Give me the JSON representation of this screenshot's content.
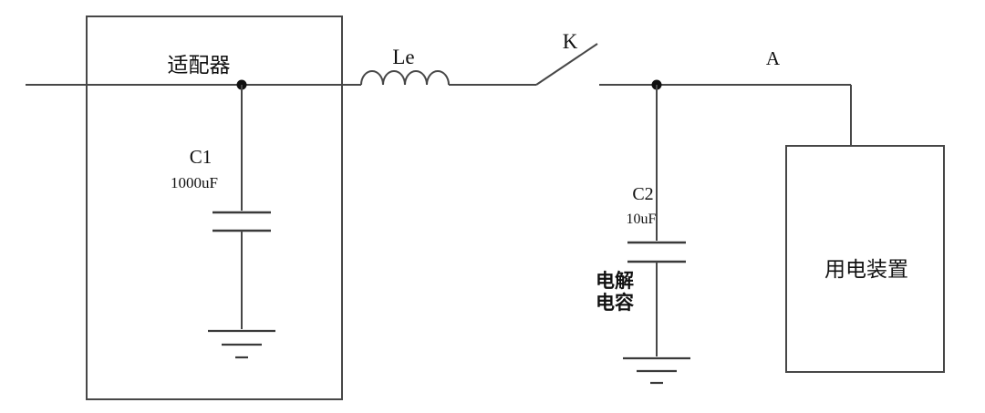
{
  "diagram": {
    "labels": {
      "adapter": "适配器",
      "c1_name": "C1",
      "c1_value": "1000uF",
      "inductor": "Le",
      "switch": "K",
      "node_a": "A",
      "c2_name": "C2",
      "c2_value": "10uF",
      "cap_type_line1": "电解",
      "cap_type_line2": "电容",
      "load": "用电装置"
    },
    "colors": {
      "line": "#474747",
      "text": "#111111",
      "background": "#ffffff"
    }
  }
}
